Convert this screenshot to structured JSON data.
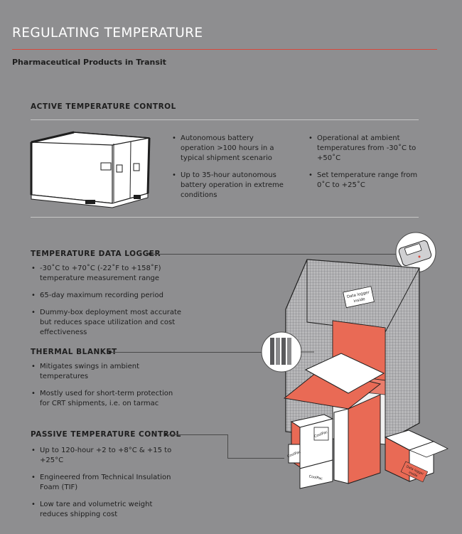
{
  "title": "REGULATING TEMPERATURE",
  "subtitle": "Pharmaceutical Products in Transit",
  "colors": {
    "accent": "#d9483b",
    "background": "#8e8e90",
    "box_orange": "#e96a55"
  },
  "active": {
    "heading": "ACTIVE TEMPERATURE CONTROL",
    "col1": [
      "Autonomous battery operation >100 hours in a typical shipment scenario",
      "Up to 35-hour autonomous battery operation in extreme conditions"
    ],
    "col2": [
      "Operational at ambient temperatures from -30˚C to +50˚C",
      "Set temperature range from 0˚C to +25˚C"
    ]
  },
  "logger": {
    "heading": "TEMPERATURE DATA LOGGER",
    "items": [
      "-30˚C to +70˚C (-22˚F to +158˚F) temperature measurement range",
      "65-day maximum recording period",
      "Dummy-box deployment most accurate but reduces space utilization and cost effectiveness"
    ]
  },
  "blanket": {
    "heading": "THERMAL BLANKET",
    "items": [
      "Mitigates swings in ambient temperatures",
      "Mostly used for short-term protection for CRT shipments, i.e. on tarmac"
    ]
  },
  "passive": {
    "heading": "PASSIVE TEMPERATURE CONTROL",
    "items": [
      "Up to 120-hour +2 to +8°C & +15 to +25°C",
      "Engineered from Technical Insulation Foam (TIF)",
      "Low tare and volumetric weight reduces shipping cost"
    ]
  },
  "illustration": {
    "tag_label": "Data logger inside",
    "box_label": "CoolPac",
    "small_box_label": "Data logger inside"
  }
}
